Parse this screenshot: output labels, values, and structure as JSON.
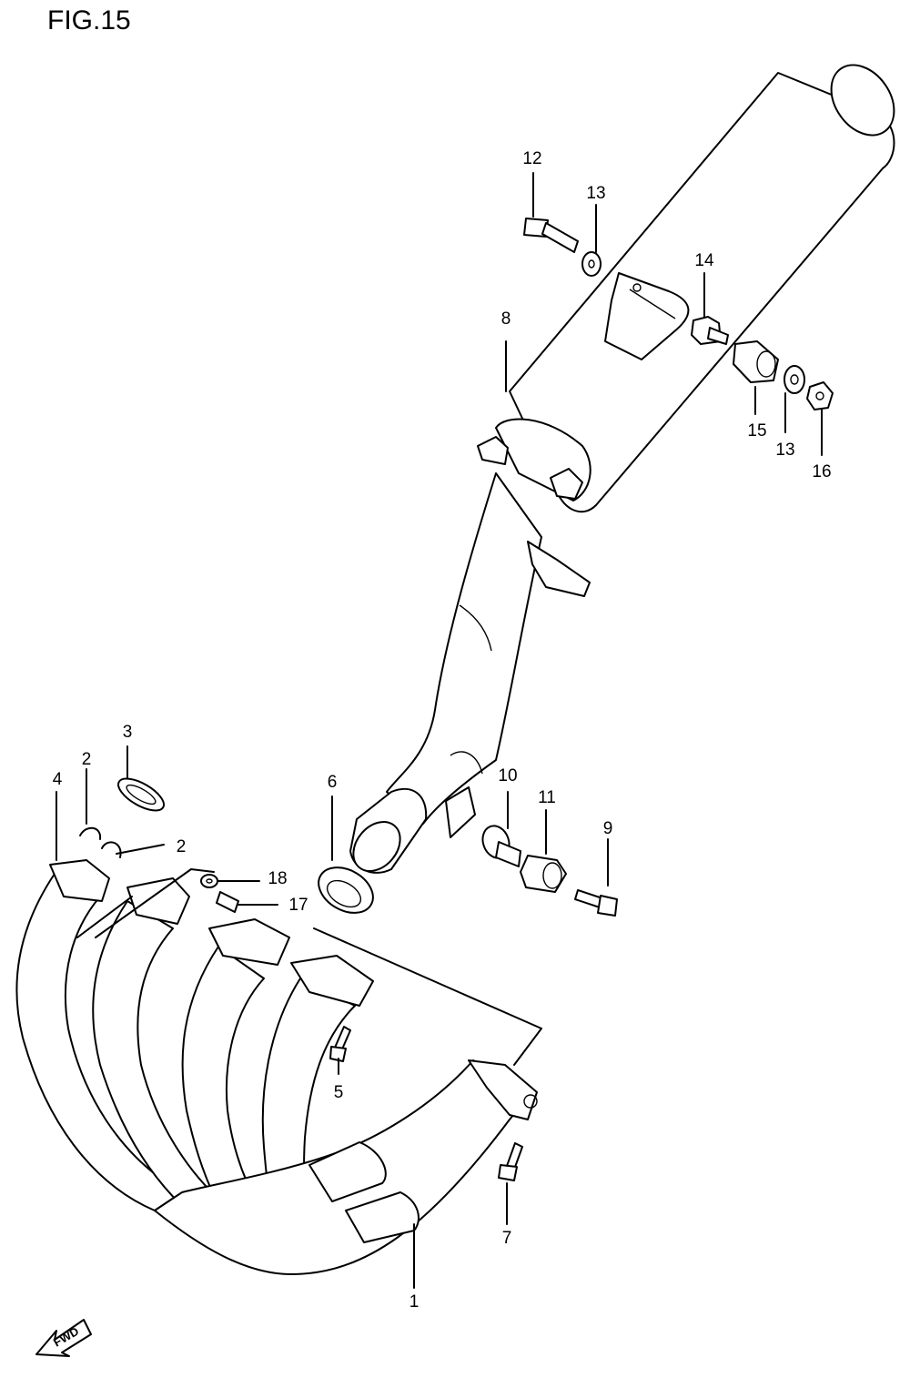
{
  "figure": {
    "title": "FIG.15"
  },
  "callouts": {
    "c1": "1",
    "c2a": "2",
    "c2b": "2",
    "c3": "3",
    "c4": "4",
    "c5": "5",
    "c6": "6",
    "c7": "7",
    "c8": "8",
    "c9": "9",
    "c10": "10",
    "c11": "11",
    "c12": "12",
    "c13a": "13",
    "c13b": "13",
    "c14": "14",
    "c15": "15",
    "c16": "16",
    "c17": "17",
    "c18": "18"
  },
  "direction_badge": {
    "label": "FWD"
  }
}
